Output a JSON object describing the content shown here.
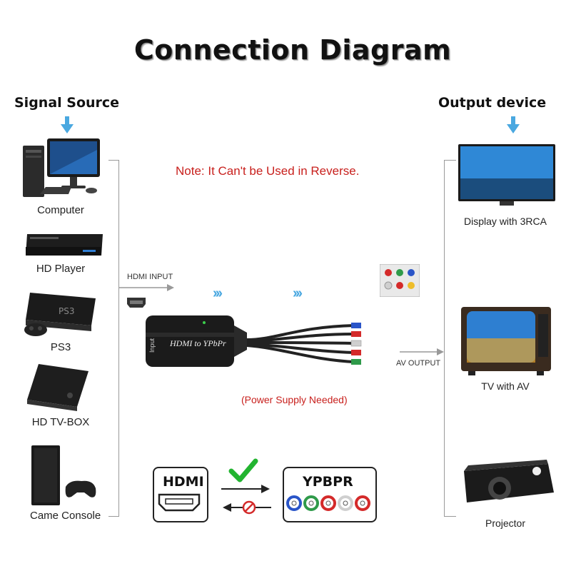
{
  "title": "Connection Diagram",
  "left_heading": "Signal Source",
  "right_heading": "Output device",
  "note": "Note: It Can't be Used in Reverse.",
  "power_note": "(Power Supply Needed)",
  "hdmi_input_label": "HDMI INPUT",
  "av_output_label": "AV OUTPUT",
  "adapter": {
    "name": "HDMI to YPbPr",
    "side_label": "Input"
  },
  "sources": [
    {
      "label": "Computer",
      "icon": "computer-icon"
    },
    {
      "label": "HD Player",
      "icon": "bluray-player-icon"
    },
    {
      "label": "PS3",
      "icon": "ps3-console-icon"
    },
    {
      "label": "HD TV-BOX",
      "icon": "tv-box-icon"
    },
    {
      "label": "Came Console",
      "icon": "game-console-icon"
    }
  ],
  "outputs": [
    {
      "label": "Display with 3RCA",
      "icon": "flat-tv-icon"
    },
    {
      "label": "TV with AV",
      "icon": "crt-tv-icon"
    },
    {
      "label": "Projector",
      "icon": "projector-icon"
    }
  ],
  "legend": {
    "hdmi": "HDMI",
    "ypbpr": "YPBPR",
    "rca_colors": [
      "#2a55c8",
      "#2f9a4a",
      "#d42a2a",
      "#cfcfcf",
      "#d42a2a"
    ]
  },
  "colors": {
    "note": "#c8201d",
    "arrow": "#4aa8e0",
    "check": "#22b430",
    "forbidden": "#d42a2a"
  }
}
